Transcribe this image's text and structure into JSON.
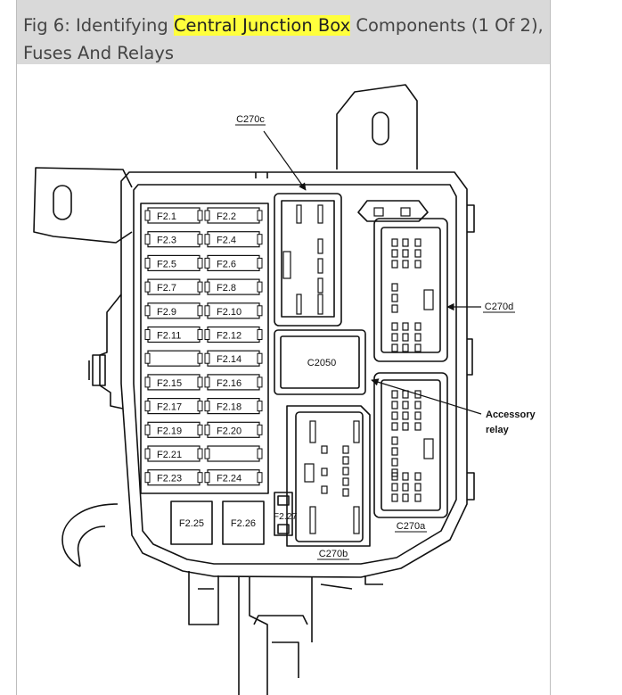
{
  "caption": {
    "prefix": "Fig 6: Identifying ",
    "highlight": "Central Junction Box",
    "suffix": " Components (1 Of 2), Fuses And Relays",
    "highlight_color": "#ffff3c"
  },
  "connectors": {
    "c270c": "C270c",
    "c270d": "C270d",
    "c270a": "C270a",
    "c270b": "C270b",
    "c2050": "C2050"
  },
  "callouts": {
    "accessory_line1": "Accessory",
    "accessory_line2": "relay"
  },
  "fuses": {
    "left": [
      "F2.1",
      "F2.3",
      "F2.5",
      "F2.7",
      "F2.9",
      "F2.11",
      "",
      "F2.15",
      "F2.17",
      "F2.19",
      "F2.21",
      "F2.23"
    ],
    "right": [
      "F2.2",
      "F2.4",
      "F2.6",
      "F2.8",
      "F2.10",
      "F2.12",
      "F2.14",
      "F2.16",
      "F2.18",
      "F2.20",
      "",
      "F2.24"
    ],
    "large": [
      "F2.25",
      "F2.26"
    ],
    "small": "F2.27"
  }
}
